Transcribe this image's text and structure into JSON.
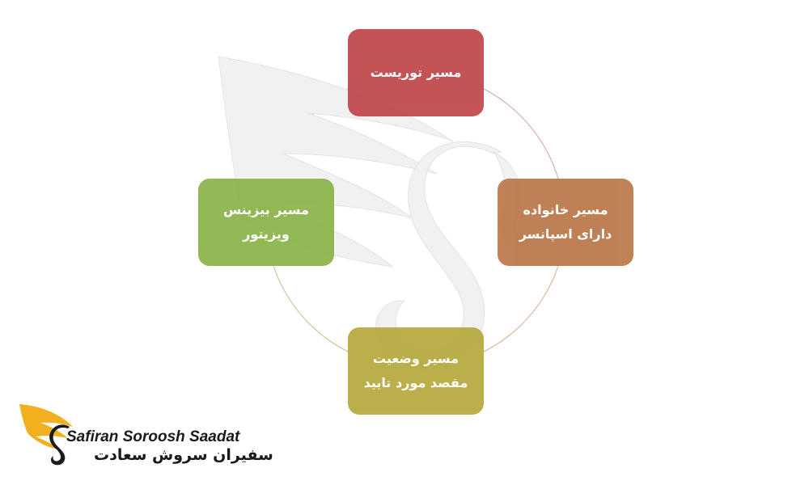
{
  "diagram": {
    "nodes": [
      {
        "id": "top",
        "label": "مسیر توریست",
        "color": "#c0474a"
      },
      {
        "id": "right",
        "label": "مسیر خانواده دارای اسپانسر",
        "color": "#bb774a"
      },
      {
        "id": "bottom",
        "label": "مسیر وضعیت مقصد مورد تایید",
        "color": "#b6aa3e"
      },
      {
        "id": "left",
        "label": "مسیر بیزینس ویزیتور",
        "color": "#8bb34a"
      }
    ]
  },
  "logo": {
    "name_en": "Safiran Soroosh Saadat",
    "name_fa": "سفیران سروش سعادت",
    "colors": {
      "wing": "#f2b01e",
      "text": "#1a1a1a"
    }
  },
  "watermark": {
    "icon": "winged-s-logo-watermark"
  }
}
